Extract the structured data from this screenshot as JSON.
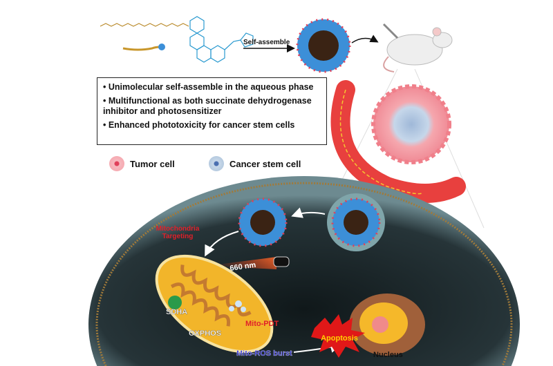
{
  "top": {
    "self_assemble_label": "Self-assemble"
  },
  "features": [
    "• Unimolecular self-assemble in the aqueous phase",
    "• Multifunctional as both succinate dehydrogenase inhibitor and photosensitizer",
    "• Enhanced phototoxicity for cancer stem cells"
  ],
  "legend": {
    "tumor_cell": "Tumor cell",
    "cancer_stem_cell": "Cancer stem cell"
  },
  "cell": {
    "mito_targeting_line1": "Mitochondria",
    "mito_targeting_line2": "Targeting",
    "laser": "660 nm",
    "sdha": "SDHA",
    "oxphos": "OXPHOS",
    "mito_pdt": "Mito-PDT",
    "ros_burst": "Mito-ROS burst",
    "apoptosis": "Apoptosis",
    "nucleus": "Nucleus"
  },
  "colors": {
    "cytoplasm": "#1f2a2e",
    "mitochondrion": "#f2b52a",
    "vessel": "#e8403e",
    "nanoparticle_shell": "#3c8fd8",
    "label_red": "#e0202a",
    "label_blue": "#2a2ad0"
  }
}
